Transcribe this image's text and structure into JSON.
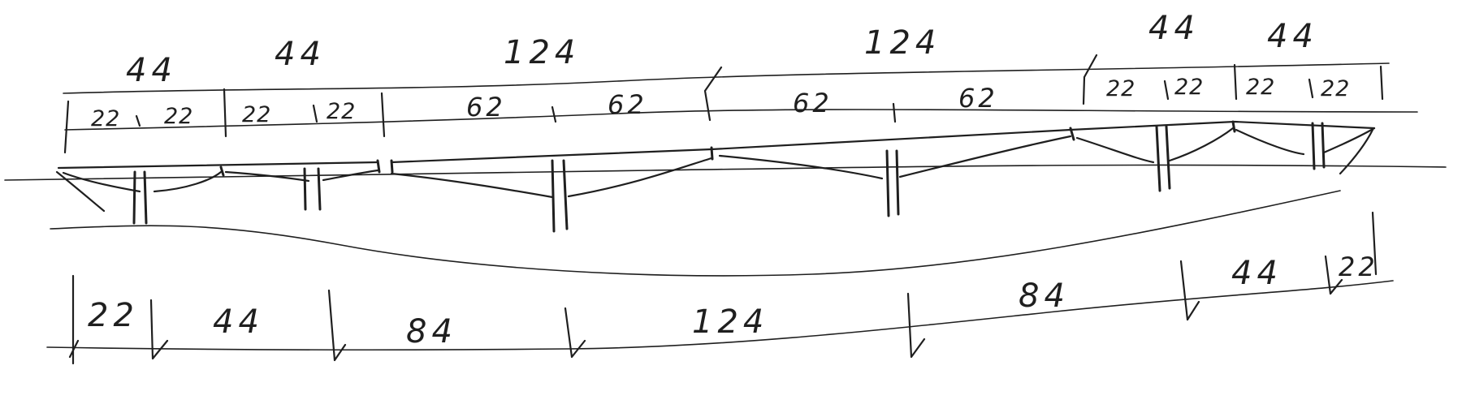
{
  "top_span_groups": [
    "44",
    "44",
    "124",
    "124",
    "44",
    "44"
  ],
  "top_subspans": [
    "22",
    "22",
    "22",
    "22",
    "62",
    "62",
    "62",
    "62",
    "22",
    "22",
    "22",
    "22"
  ],
  "bottom_spans": [
    "22",
    "44",
    "84",
    "124",
    "84",
    "44",
    "22"
  ],
  "ink_color": "#1f1f1f",
  "paper_color": "#ffffff"
}
